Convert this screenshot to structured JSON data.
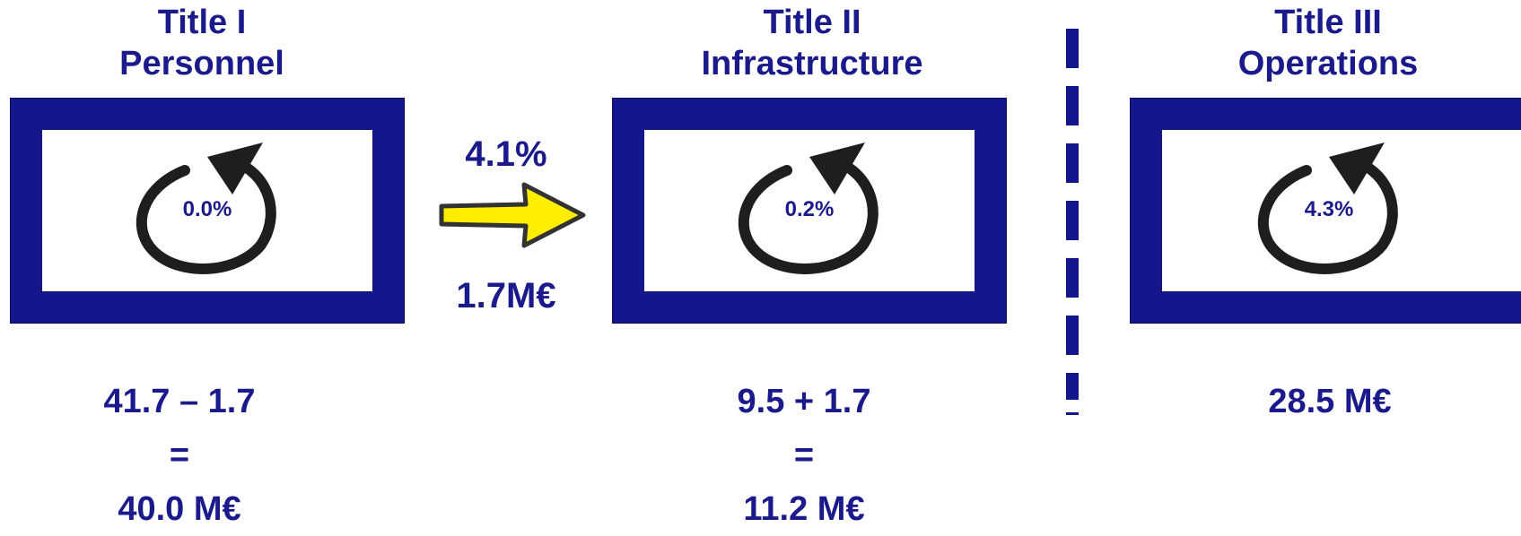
{
  "titles": [
    {
      "line1": "Title I",
      "line2": "Personnel",
      "pct": "0.0%",
      "calc1": "41.7 – 1.7",
      "calc2": "=",
      "calc3": "40.0 M€"
    },
    {
      "line1": "Title II",
      "line2": "Infrastructure",
      "pct": "0.2%",
      "calc1": "9.5 + 1.7",
      "calc2": "=",
      "calc3": "11.2 M€"
    },
    {
      "line1": "Title III",
      "line2": "Operations",
      "pct": "4.3%",
      "calc1": "28.5 M€"
    }
  ],
  "transfer": {
    "percent": "4.1%",
    "amount": "1.7M€"
  },
  "colors": {
    "frame": "#16168c",
    "text": "#1a1a8c",
    "arrow_fill": "#ffee00",
    "arrow_stroke": "#333333"
  },
  "icons": {
    "cycle": "circular-arrow-icon",
    "transfer": "right-arrow-icon"
  }
}
